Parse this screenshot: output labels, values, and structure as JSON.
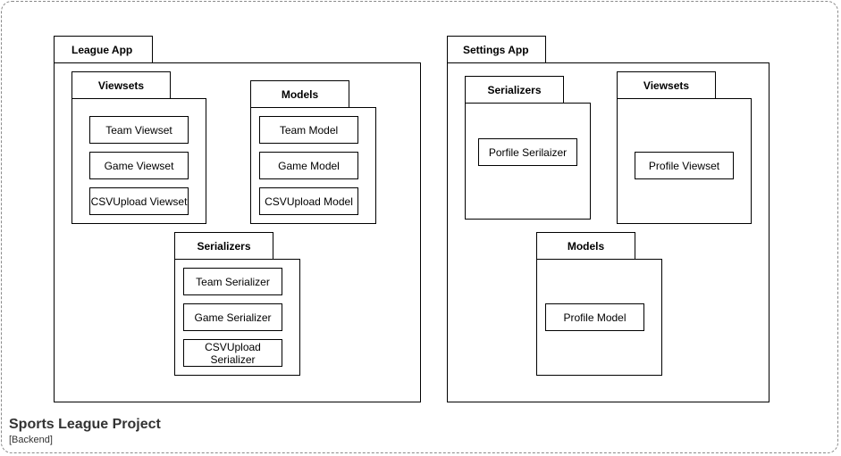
{
  "boundary": {
    "title": "Sports League Project",
    "subtitle": "[Backend]"
  },
  "league_app": {
    "label": "League App",
    "viewsets": {
      "label": "Viewsets",
      "items": [
        "Team Viewset",
        "Game Viewset",
        "CSVUpload Viewset"
      ]
    },
    "models": {
      "label": "Models",
      "items": [
        "Team Model",
        "Game Model",
        "CSVUpload Model"
      ]
    },
    "serializers": {
      "label": "Serializers",
      "items": [
        "Team Serializer",
        "Game Serializer",
        "CSVUpload Serializer"
      ]
    }
  },
  "settings_app": {
    "label": "Settings App",
    "serializers": {
      "label": "Serializers",
      "items": [
        "Porfile Serilaizer"
      ]
    },
    "viewsets": {
      "label": "Viewsets",
      "items": [
        "Profile Viewset"
      ]
    },
    "models": {
      "label": "Models",
      "items": [
        "Profile Model"
      ]
    }
  }
}
